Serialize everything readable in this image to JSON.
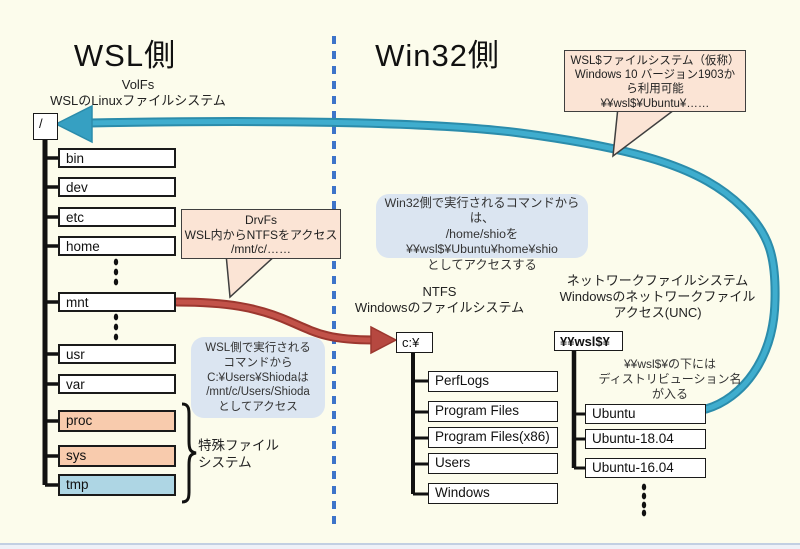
{
  "titles": {
    "left": "WSL側",
    "right": "Win32側"
  },
  "left_tree": {
    "heading1": "VolFs",
    "heading2": "WSLのLinuxファイルシステム",
    "root": "/",
    "nodes": [
      "bin",
      "dev",
      "etc",
      "home",
      "mnt",
      "usr",
      "var",
      "proc",
      "sys",
      "tmp"
    ],
    "special1": "特殊ファイル",
    "special2": "システム"
  },
  "callouts": {
    "drvfs": {
      "l1": "DrvFs",
      "l2": "WSL内からNTFSをアクセス",
      "l3": "/mnt/c/……"
    },
    "wsl_share": {
      "l1": "WSL$ファイルシステム（仮称）",
      "l2": "Windows 10 バージョン1903か",
      "l3": "ら利用可能",
      "l4": "¥¥wsl$¥Ubuntu¥……"
    }
  },
  "notes": {
    "wsl_side": {
      "l1": "WSL側で実行される",
      "l2": "コマンドから",
      "l3": "C:¥Users¥Shiodaは",
      "l4": "/mnt/c/Users/Shioda",
      "l5": "としてアクセス"
    },
    "win32_side": {
      "l1": "Win32側で実行されるコマンドからは、",
      "l2": "/home/shioを",
      "l3": "¥¥wsl$¥Ubuntu¥home¥shio",
      "l4": "としてアクセスする"
    },
    "wsl_under": {
      "l1": "¥¥wsl$¥の下には",
      "l2": "ディストリビューション名",
      "l3": "が入る"
    }
  },
  "ntfs": {
    "heading1": "NTFS",
    "heading2": "Windowsのファイルシステム",
    "root": "c:¥",
    "nodes": [
      "PerfLogs",
      "Program Files",
      "Program Files(x86)",
      "Users",
      "Windows"
    ]
  },
  "unc": {
    "heading1": "ネットワークファイルシステム",
    "heading2": "Windowsのネットワークファイル",
    "heading3": "アクセス(UNC)",
    "root": "¥¥wsl$¥",
    "nodes": [
      "Ubuntu",
      "Ubuntu-18.04",
      "Ubuntu-16.04"
    ]
  },
  "colors": {
    "background": "#fcfcec",
    "teal_arrow": "#36a0c2",
    "red_arrow": "#b64840",
    "divider_blue": "#3d74c9",
    "special_node_fill": "#f8cbad",
    "tmp_node_fill": "#aed6e4",
    "callout_fill": "#fbe4d5",
    "note_fill": "#dbe5f1"
  }
}
